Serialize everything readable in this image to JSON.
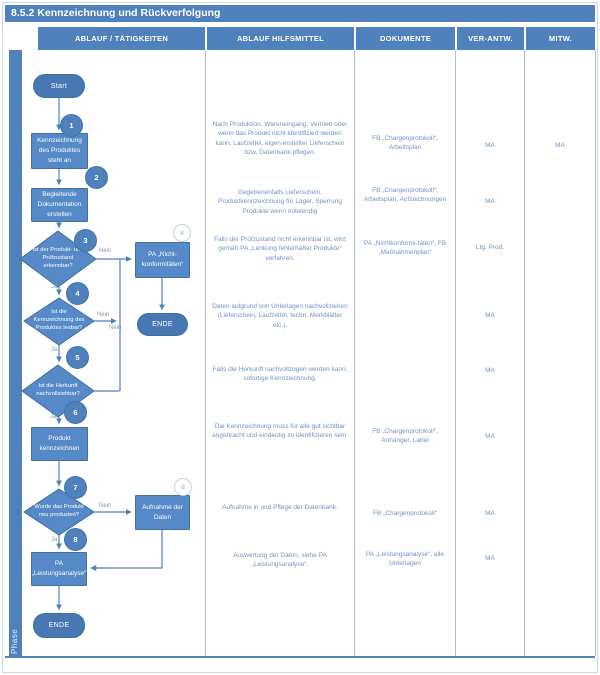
{
  "title": "8.5.2 Kennzeichnung und Rückverfolgung",
  "columns": [
    "ABLAUF / TÄTIGKEITEN",
    "ABLAUF HILFSMITTEL",
    "DOKUMENTE",
    "VER-ANTW.",
    "MITW."
  ],
  "phase_label": "Phase",
  "colors": {
    "accent": "#4f81bd",
    "shape_fill": "#5589c8",
    "shape_border": "#41719c",
    "light_text": "#6f94c4"
  },
  "flow": {
    "nodes": {
      "start": "Start",
      "step1": "Kennzeichnung des Produktes steht an",
      "step2": "Begleitende Dokumentation erstellen",
      "d3": "Ist der Produkt- und Prüfzustand erkennbar?",
      "pa_nichtkonformitaeten": "PA „Nicht-konformitäten“",
      "ende1": "ENDE",
      "d4": "Ist die Kennzeichnung des Produktes lesbar?",
      "d5": "Ist die Herkunft nachvollziehbar?",
      "step6": "Produkt kennzeichnen",
      "d7": "Wurde das Produkt neu produziert?",
      "aufnahme": "Aufnahme der Daten",
      "pa_leistungsanalyse": "PA „Leistungsanalyse“",
      "ende2": "ENDE"
    },
    "labels": {
      "ja": "Ja",
      "nein": "Nein"
    },
    "badges": [
      "1",
      "2",
      "3",
      "4",
      "5",
      "6",
      "7",
      "8"
    ],
    "side_badges": {
      "pa": "4",
      "aufnahme": "8"
    }
  },
  "rows": [
    {
      "hilfsmittel": "Nach Produktion, Wareneingang, Vertrieb oder wenn das Produkt nicht identifiziert werden kann. Laufzettel, eigen erstellter Lieferschein bzw. Datenbank pflegen.",
      "dokumente": "FB „Chargenprotokoll“, Arbeitsplan",
      "verantw": "MA",
      "mitw": "MA"
    },
    {
      "hilfsmittel": "Gegebenenfalls Lieferschein, Produktkennzeichnung für Lager, Sperrung Produkte wenn notwendig",
      "dokumente": "FB „Chargenprotokoll“, Arbeitsplan, Aufzeichnungen",
      "verantw": "MA",
      "mitw": ""
    },
    {
      "hilfsmittel": "Falls der Prüfzustand nicht erkennbar ist, wird gemäß PA „Lenkung fehlerhafter Produkte“ verfahren.",
      "dokumente": "PA „Nichtkonformi-täten“, FB „Maßnahmenplan“",
      "verantw": "Ltg. Prod.",
      "mitw": ""
    },
    {
      "hilfsmittel": "Daten aufgrund von Unterlagen nachvollziehen (Lieferschein, Laufzettel, techn. Merkblätter etc.).",
      "dokumente": "",
      "verantw": "MA",
      "mitw": ""
    },
    {
      "hilfsmittel": "Falls die Herkunft nachvollzogen werden kann, sofortige Kennzeichnung.",
      "dokumente": "",
      "verantw": "MA",
      "mitw": ""
    },
    {
      "hilfsmittel": "Die Kennzeichnung muss für alle gut sichtbar angebracht und eindeutig zu identifizieren sein.",
      "dokumente": "FB „Chargenprotokoll“, Anhänger, Label",
      "verantw": "MA",
      "mitw": ""
    },
    {
      "hilfsmittel": "Aufnahme in und Pflege der Datenbank.",
      "dokumente": "FB „Chargenprotokoll“",
      "verantw": "MA",
      "mitw": ""
    },
    {
      "hilfsmittel": "Auswertung der Daten, siehe PA „Leistungsanalyse“.",
      "dokumente": "PA „Leistungsanalyse“, alle Unterlagen",
      "verantw": "MA",
      "mitw": ""
    }
  ]
}
